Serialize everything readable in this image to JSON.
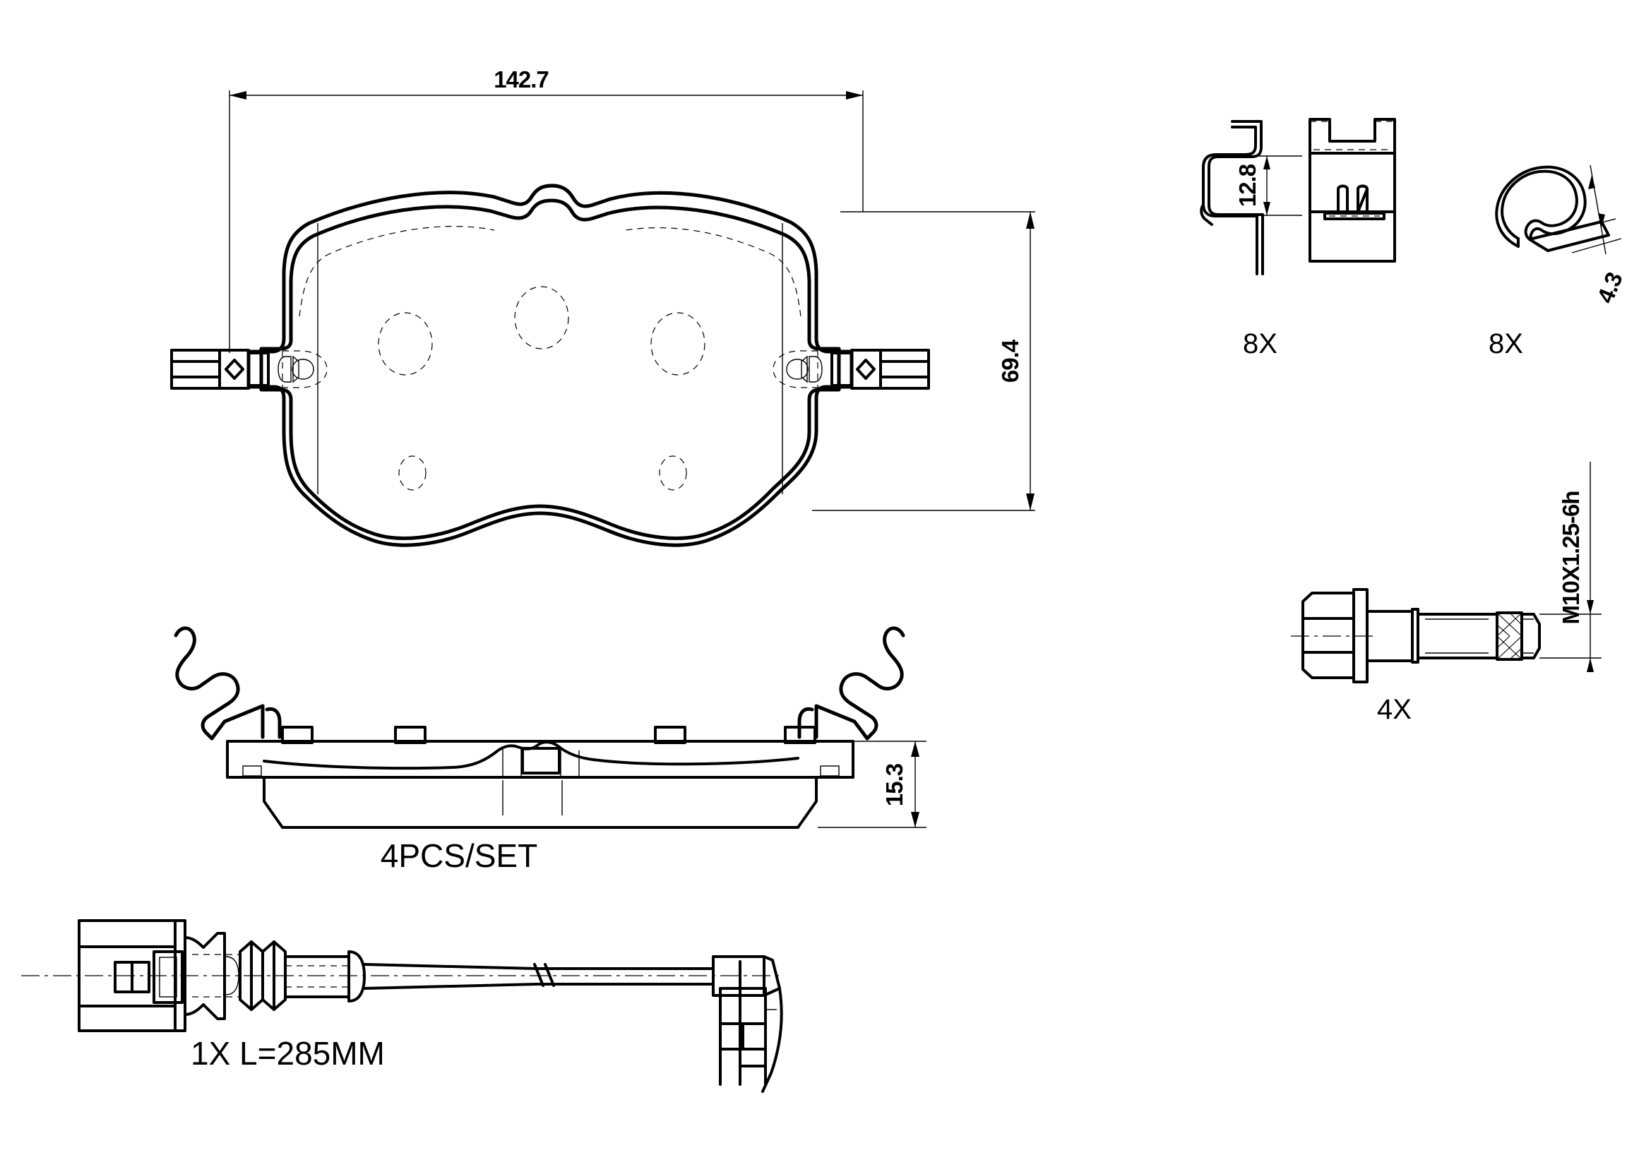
{
  "drawing": {
    "type": "technical-line-drawing",
    "subject": "Disc brake pad set with accessories",
    "background_color": "#ffffff",
    "line_color": "#000000"
  },
  "main_pad": {
    "name": "brake-pad-front-view",
    "dimensions": {
      "length_label": "142.7",
      "height_label": "69.4"
    },
    "friction_holes": 5,
    "has_center_notch": true,
    "has_side_ears": true
  },
  "side_view": {
    "name": "brake-pad-side-view",
    "thickness_label": "15.3",
    "set_label": "4PCS/SET",
    "springs": 2
  },
  "accessories": [
    {
      "id": "retaining-clip",
      "qty_label": "8X",
      "dim_label": "12.8",
      "views": [
        "side-profile",
        "front-profile"
      ]
    },
    {
      "id": "spring-clip",
      "qty_label": "8X",
      "dim_label": "4.3"
    },
    {
      "id": "guide-bolt",
      "qty_label": "4X",
      "thread_label": "M10X1.25-6h"
    },
    {
      "id": "wear-sensor",
      "qty_label": "1X",
      "length_label": "L=285MM",
      "combined_label": "1X   L=285MM"
    }
  ],
  "labels": {
    "dim_length": "142.7",
    "dim_height": "69.4",
    "dim_clip": "12.8",
    "dim_spring": "4.3",
    "dim_thickness": "15.3",
    "thread_spec": "M10X1.25-6h",
    "qty_clip": "8X",
    "qty_spring": "8X",
    "qty_bolt": "4X",
    "set_count": "4PCS/SET",
    "sensor_spec": "1X   L=285MM"
  }
}
